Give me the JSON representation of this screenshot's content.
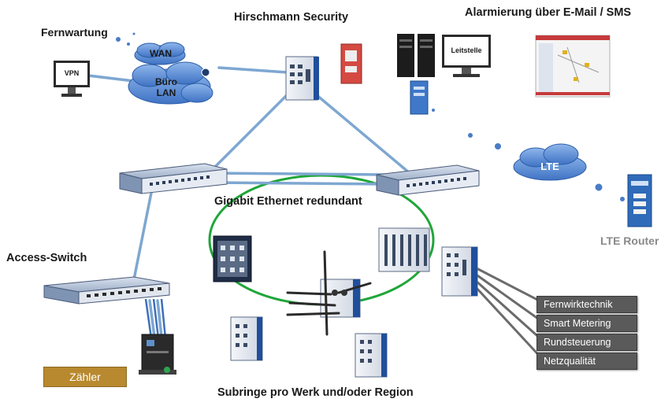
{
  "labels": {
    "fernwartung": "Fernwartung",
    "security": "Hirschmann Security",
    "alarm": "Alarmierung über E-Mail / SMS",
    "gigabit": "Gigabit Ethernet redundant",
    "access_switch": "Access-Switch",
    "lte_router": "LTE Router",
    "subringe": "Subringe pro Werk und/oder Region"
  },
  "clouds": {
    "wan": "WAN",
    "buero": "Büro",
    "lan": "LAN",
    "lte": "LTE"
  },
  "monitors": {
    "vpn": "VPN",
    "leitstelle": "Leitstelle"
  },
  "meter": {
    "label": "Zähler"
  },
  "applications": [
    "Fernwirktechnik",
    "Smart Metering",
    "Rundsteuerung",
    "Netzqualität"
  ],
  "colors": {
    "link_blue": "#7ea7d1",
    "ring_green": "#1fa63a",
    "cloud_fill": "#5b8fd6",
    "meter_gold": "#b8892e",
    "tag_gray": "#5a5a5a"
  }
}
